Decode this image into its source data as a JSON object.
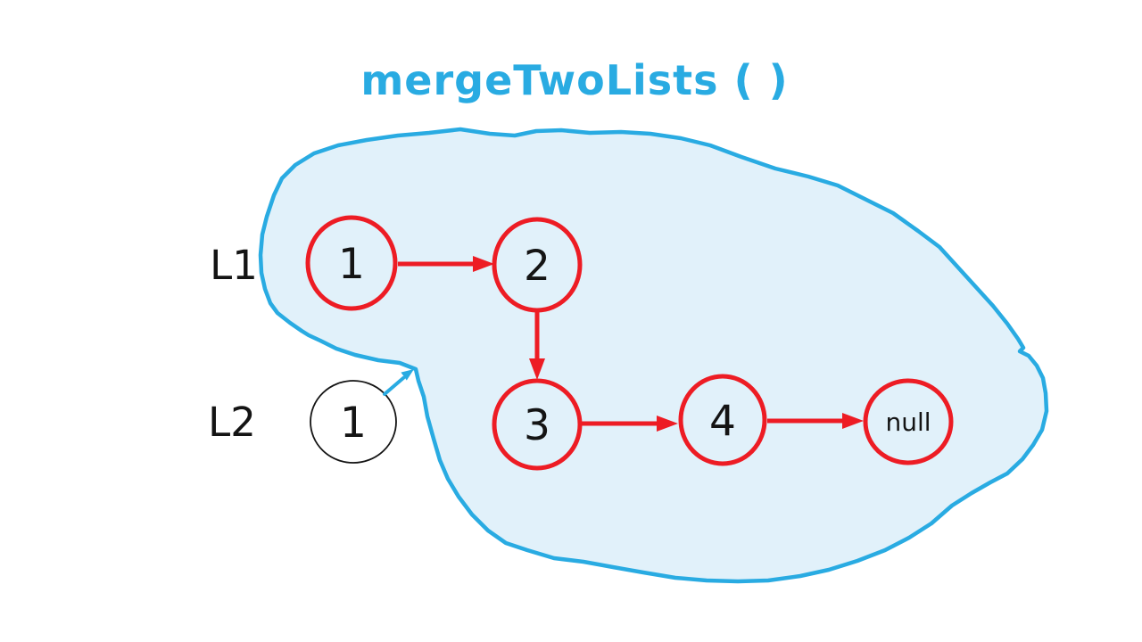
{
  "title": "mergeTwoLists ( )",
  "colors": {
    "accent_blue": "#29abe2",
    "blob_fill": "#e1f1fa",
    "node_red": "#ed1c24",
    "ink_black": "#141414"
  },
  "list1": {
    "label": "L1",
    "node1": "1",
    "node2": "2"
  },
  "list2": {
    "label": "L2",
    "node1": "1"
  },
  "merged": {
    "node3": "3",
    "node4": "4",
    "node_null": "null"
  },
  "connections": [
    {
      "from": "L1 node 1",
      "to": "L1 node 2",
      "style": "red-arrow"
    },
    {
      "from": "L1 node 2",
      "to": "node 3",
      "style": "red-arrow"
    },
    {
      "from": "node 3",
      "to": "node 4",
      "style": "red-arrow"
    },
    {
      "from": "node 4",
      "to": "null",
      "style": "red-arrow"
    },
    {
      "from": "L2 node 1",
      "to": "merged region boundary",
      "style": "blue-arrow"
    }
  ]
}
